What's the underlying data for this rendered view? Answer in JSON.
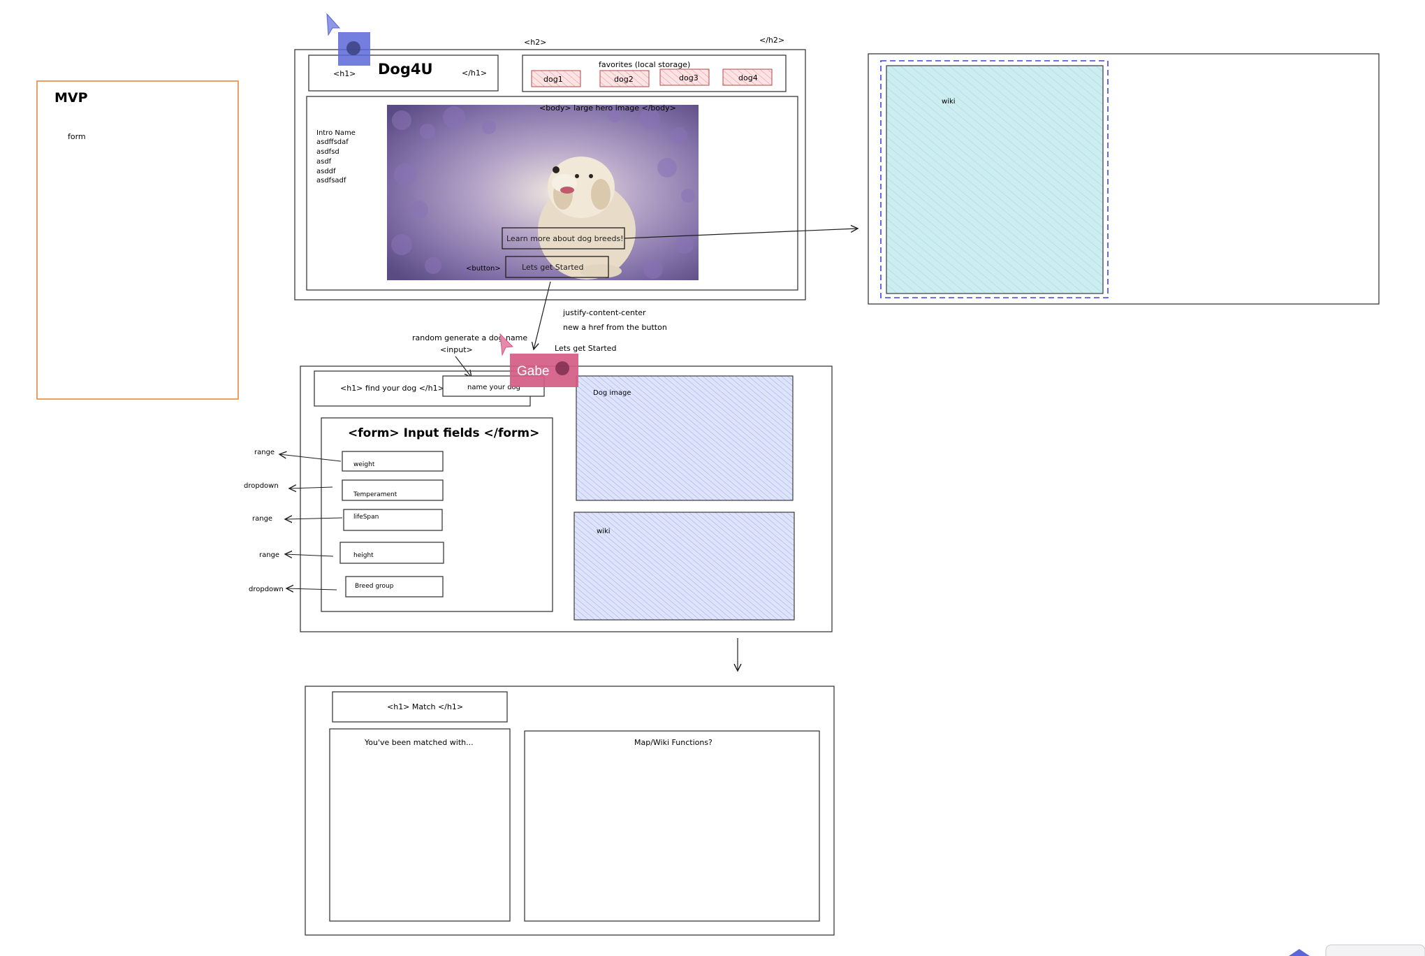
{
  "colors": {
    "stroke": "#1e1e1e",
    "mvp_border": "#e8873c",
    "fav_fill": "#f8d0d0",
    "fav_border": "#b04a4a",
    "wiki_fill_top": "#c8ecee",
    "lavender_fill": "#d5dcfb",
    "selection_blue": "#3c45e0",
    "cursor_blue": "#5b67d8",
    "cursor_pink": "#d45c86"
  },
  "mvp": {
    "title": "MVP",
    "subtitle": "form"
  },
  "wireframe1": {
    "h2_open": "<h2>",
    "h2_close": "</h2>",
    "h1_open": "<h1>",
    "brand": "Dog4U",
    "h1_close": "</h1>",
    "favorites_label": "favorites (local storage)",
    "favorites": [
      "dog1",
      "dog2",
      "dog3",
      "dog4"
    ],
    "hero_label": "<body> large hero image </body>",
    "intro_lines": [
      "Intro Name",
      "asdffsdaf",
      "asdfsd",
      "asdf",
      "asddf",
      "asdfsadf"
    ],
    "learn_button": "Learn more about dog breeds!",
    "button_tag": "<button>",
    "start_button": "Lets get Started"
  },
  "wiki_panel": {
    "label": "wiki"
  },
  "notes": {
    "justify": "justify-content-center",
    "href_note": "new a href from the button",
    "lets_get_started": "Lets get Started",
    "random_name": "random generate a dog name",
    "input_tag": "<input>"
  },
  "collaborators": {
    "pink_cursor": "Gabe"
  },
  "wireframe2": {
    "title": "<h1> find your dog </h1>",
    "name_input": "name your dog",
    "form_title": "<form> Input fields </form>",
    "fields": [
      {
        "label": "weight",
        "control": "range"
      },
      {
        "label": "Temperament",
        "control": "dropdown"
      },
      {
        "label": "lifeSpan",
        "control": "range"
      },
      {
        "label": "height",
        "control": "range"
      },
      {
        "label": "Breed group",
        "control": "dropdown"
      }
    ],
    "dog_image_label": "Dog image",
    "wiki_label": "wiki"
  },
  "wireframe3": {
    "title": "<h1> Match </h1>",
    "matched_label": "You've been matched with...",
    "map_label": "Map/Wiki Functions?"
  }
}
